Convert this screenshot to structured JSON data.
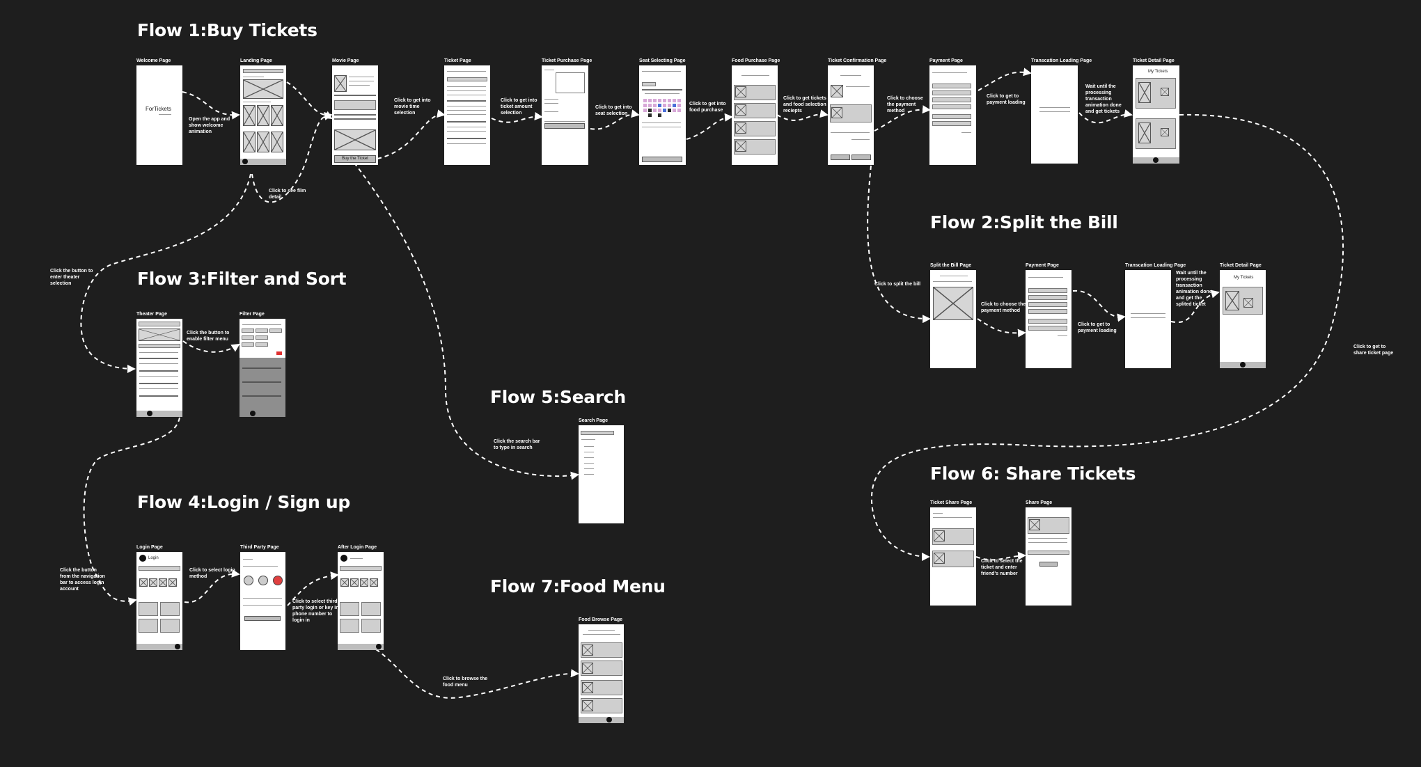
{
  "flows": {
    "buy": "Flow 1:Buy Tickets",
    "split": "Flow 2:Split the Bill",
    "filter": "Flow 3:Filter and Sort",
    "login": "Flow 4:Login / Sign up",
    "search": "Flow 5:Search",
    "share": "Flow 6: Share Tickets",
    "food": "Flow 7:Food Menu"
  },
  "pages": {
    "welcome": "Welcome Page",
    "landing": "Landing Page",
    "movie": "Movie Page",
    "ticket": "Ticket Page",
    "ticket_purchase": "Ticket Purchase Page",
    "seat": "Seat Selecting Page",
    "food_purchase": "Food Purchase Page",
    "ticket_confirm": "Ticket Confirmation Page",
    "payment": "Payment Page",
    "loading": "Transcation Loading Page",
    "ticket_detail": "Ticket Detail Page",
    "split_bill": "Split the Bill Page",
    "payment2": "Payment Page",
    "loading2": "Transcation Loading Page",
    "ticket_detail2": "Ticket Detail Page",
    "theater": "Theater Page",
    "filter": "Filter Page",
    "login": "Login Page",
    "third_party": "Third Party Page",
    "after_login": "After Login Page",
    "search": "Search Page",
    "ticket_share": "Ticket Share Page",
    "share": "Share Page",
    "food_browse": "Food Browse Page"
  },
  "screen_text": {
    "logo": "ForTickets",
    "buy_ticket": "Buy the Ticket",
    "my_tickets": "My Tickets",
    "login": "Login"
  },
  "annotations": {
    "open_app": "Open the app and\nshow welcome\nanimation",
    "film_detail": "Click to see film\ndetail",
    "movie_time": "Click to get into\nmovie time\nselection",
    "ticket_amount": "Click to get into\nticket amount\nselection",
    "seat_selection": "Click to get into\nseat selection",
    "food_purchase": "Click to get into\nfood purchase",
    "tickets_food": "Click to get tickets\nand food selection\nreciepts",
    "choose_payment": "Click to choose\nthe payment\nmethod",
    "payment_loading": "Click to get to\npayment loading",
    "wait": "Wait until the\nprocessing\ntransaction\nanimation done\nand get tickets",
    "split_bill": "Click to split the bill",
    "choose_payment2": "Click to choose the\npayment method",
    "payment_loading2": "Click to get to\npayment loading",
    "wait2": "Wait until the\nprocessing\ntransaction\nanimation done\nand get the\nsplited ticket",
    "share_page": "Click to get to\nshare ticket page",
    "theater_selection": "Click the button to\nenter theater\nselection",
    "filter_menu": "Click the button to\nenable filter menu",
    "login_nav": "Click the button\nfrom the navigation\nbar to access login\naccount",
    "login_method": "Click to select login\nmethod",
    "third_party": "Click to select third\nparty login or key in\nphone number to\nlogin in",
    "search_bar": "Click the search bar\nto type in search",
    "browse_food": "Click to browse the\nfood menu",
    "select_ticket": "Click to select the\nticket and enter\nfriend's number"
  }
}
